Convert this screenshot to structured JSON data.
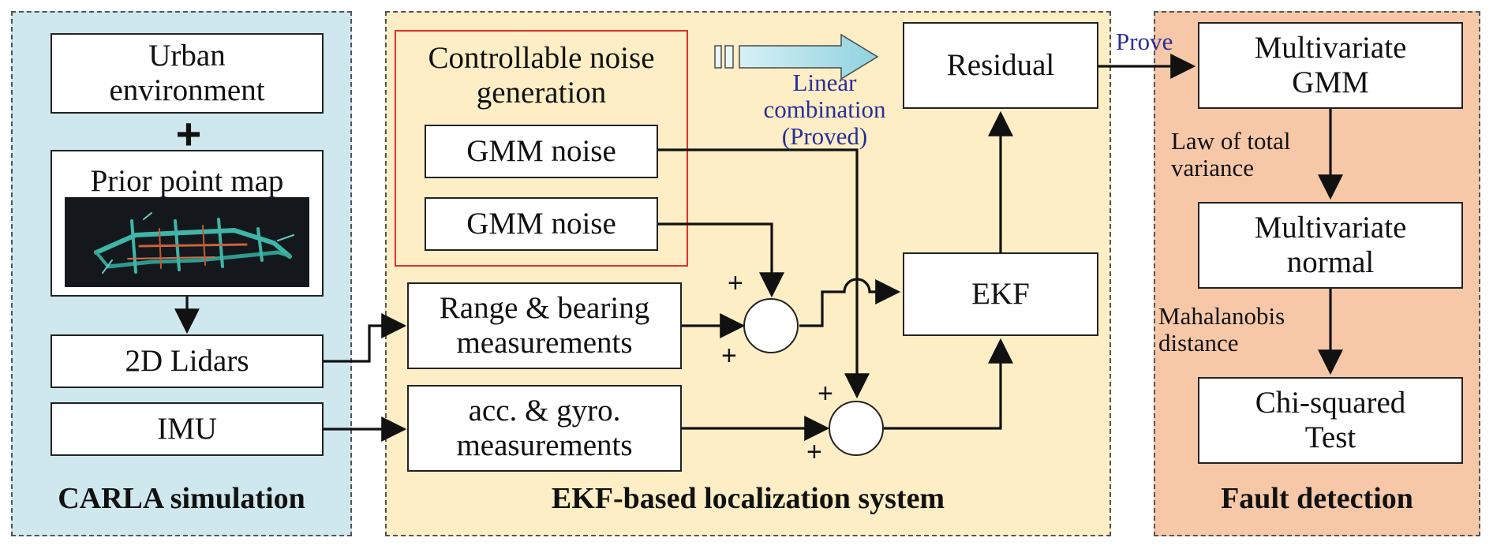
{
  "panels": {
    "left_title": "CARLA simulation",
    "middle_title": "EKF-based localization system",
    "right_title": "Fault detection"
  },
  "left": {
    "urban": [
      "Urban",
      "environment"
    ],
    "plus_symbol": "+",
    "prior_map_title": "Prior point map",
    "lidars": "2D Lidars",
    "imu": "IMU"
  },
  "middle": {
    "noise_group_title": [
      "Controllable noise",
      "generation"
    ],
    "gmm_noise_1": "GMM noise",
    "gmm_noise_2": "GMM noise",
    "range_bearing": [
      "Range & bearing",
      "measurements"
    ],
    "acc_gyro": [
      "acc. & gyro.",
      "measurements"
    ],
    "linear_combination": [
      "Linear",
      "combination",
      "(Proved)"
    ],
    "residual": "Residual",
    "ekf": "EKF",
    "sum_sign": "+"
  },
  "right": {
    "prove": "Prove",
    "multivariate_gmm": [
      "Multivariate",
      "GMM"
    ],
    "law_total_variance": [
      "Law of total",
      "variance"
    ],
    "multivariate_normal": [
      "Multivariate",
      "normal"
    ],
    "mahalanobis": [
      "Mahalanobis",
      "distance"
    ],
    "chi_squared": [
      "Chi-squared",
      "Test"
    ]
  },
  "colors": {
    "left_panel": "#cfe8ee",
    "middle_panel": "#fdeec5",
    "right_panel": "#f6c8a8",
    "noise_border": "#e03030",
    "blue_text": "#2a2e9a",
    "arrow_fill": "#a9dde8"
  }
}
